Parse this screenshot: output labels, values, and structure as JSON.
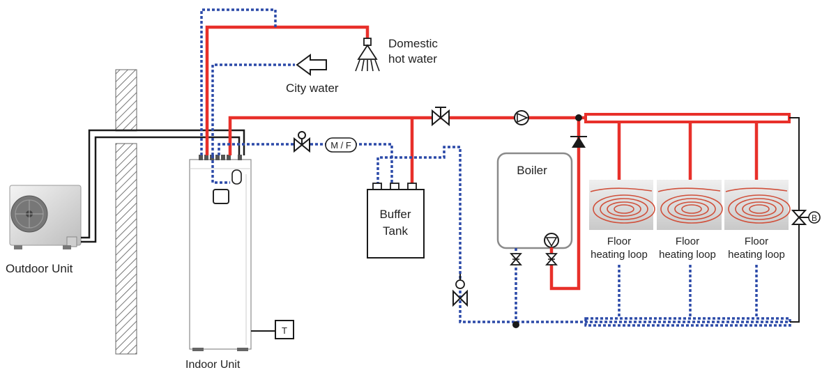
{
  "labels": {
    "domestic_hot_water_line1": "Domestic",
    "domestic_hot_water_line2": "hot water",
    "city_water": "City water",
    "outdoor_unit": "Outdoor Unit",
    "indoor_unit": "Indoor Unit",
    "buffer_tank_line1": "Buffer",
    "buffer_tank_line2": "Tank",
    "boiler": "Boiler",
    "mf": "M / F",
    "thermostat": "T",
    "bypass_valve": "B",
    "floor_loop_line1": "Floor",
    "floor_loop_line2": "heating loop"
  },
  "floor_loops": [
    {
      "line1": "Floor",
      "line2": "heating loop"
    },
    {
      "line1": "Floor",
      "line2": "heating loop"
    },
    {
      "line1": "Floor",
      "line2": "heating loop"
    }
  ],
  "colors": {
    "hot_pipe": "#e8302a",
    "return_pipe": "#2c4aa8",
    "refrigerant_pipe": "#1a1a1a"
  }
}
